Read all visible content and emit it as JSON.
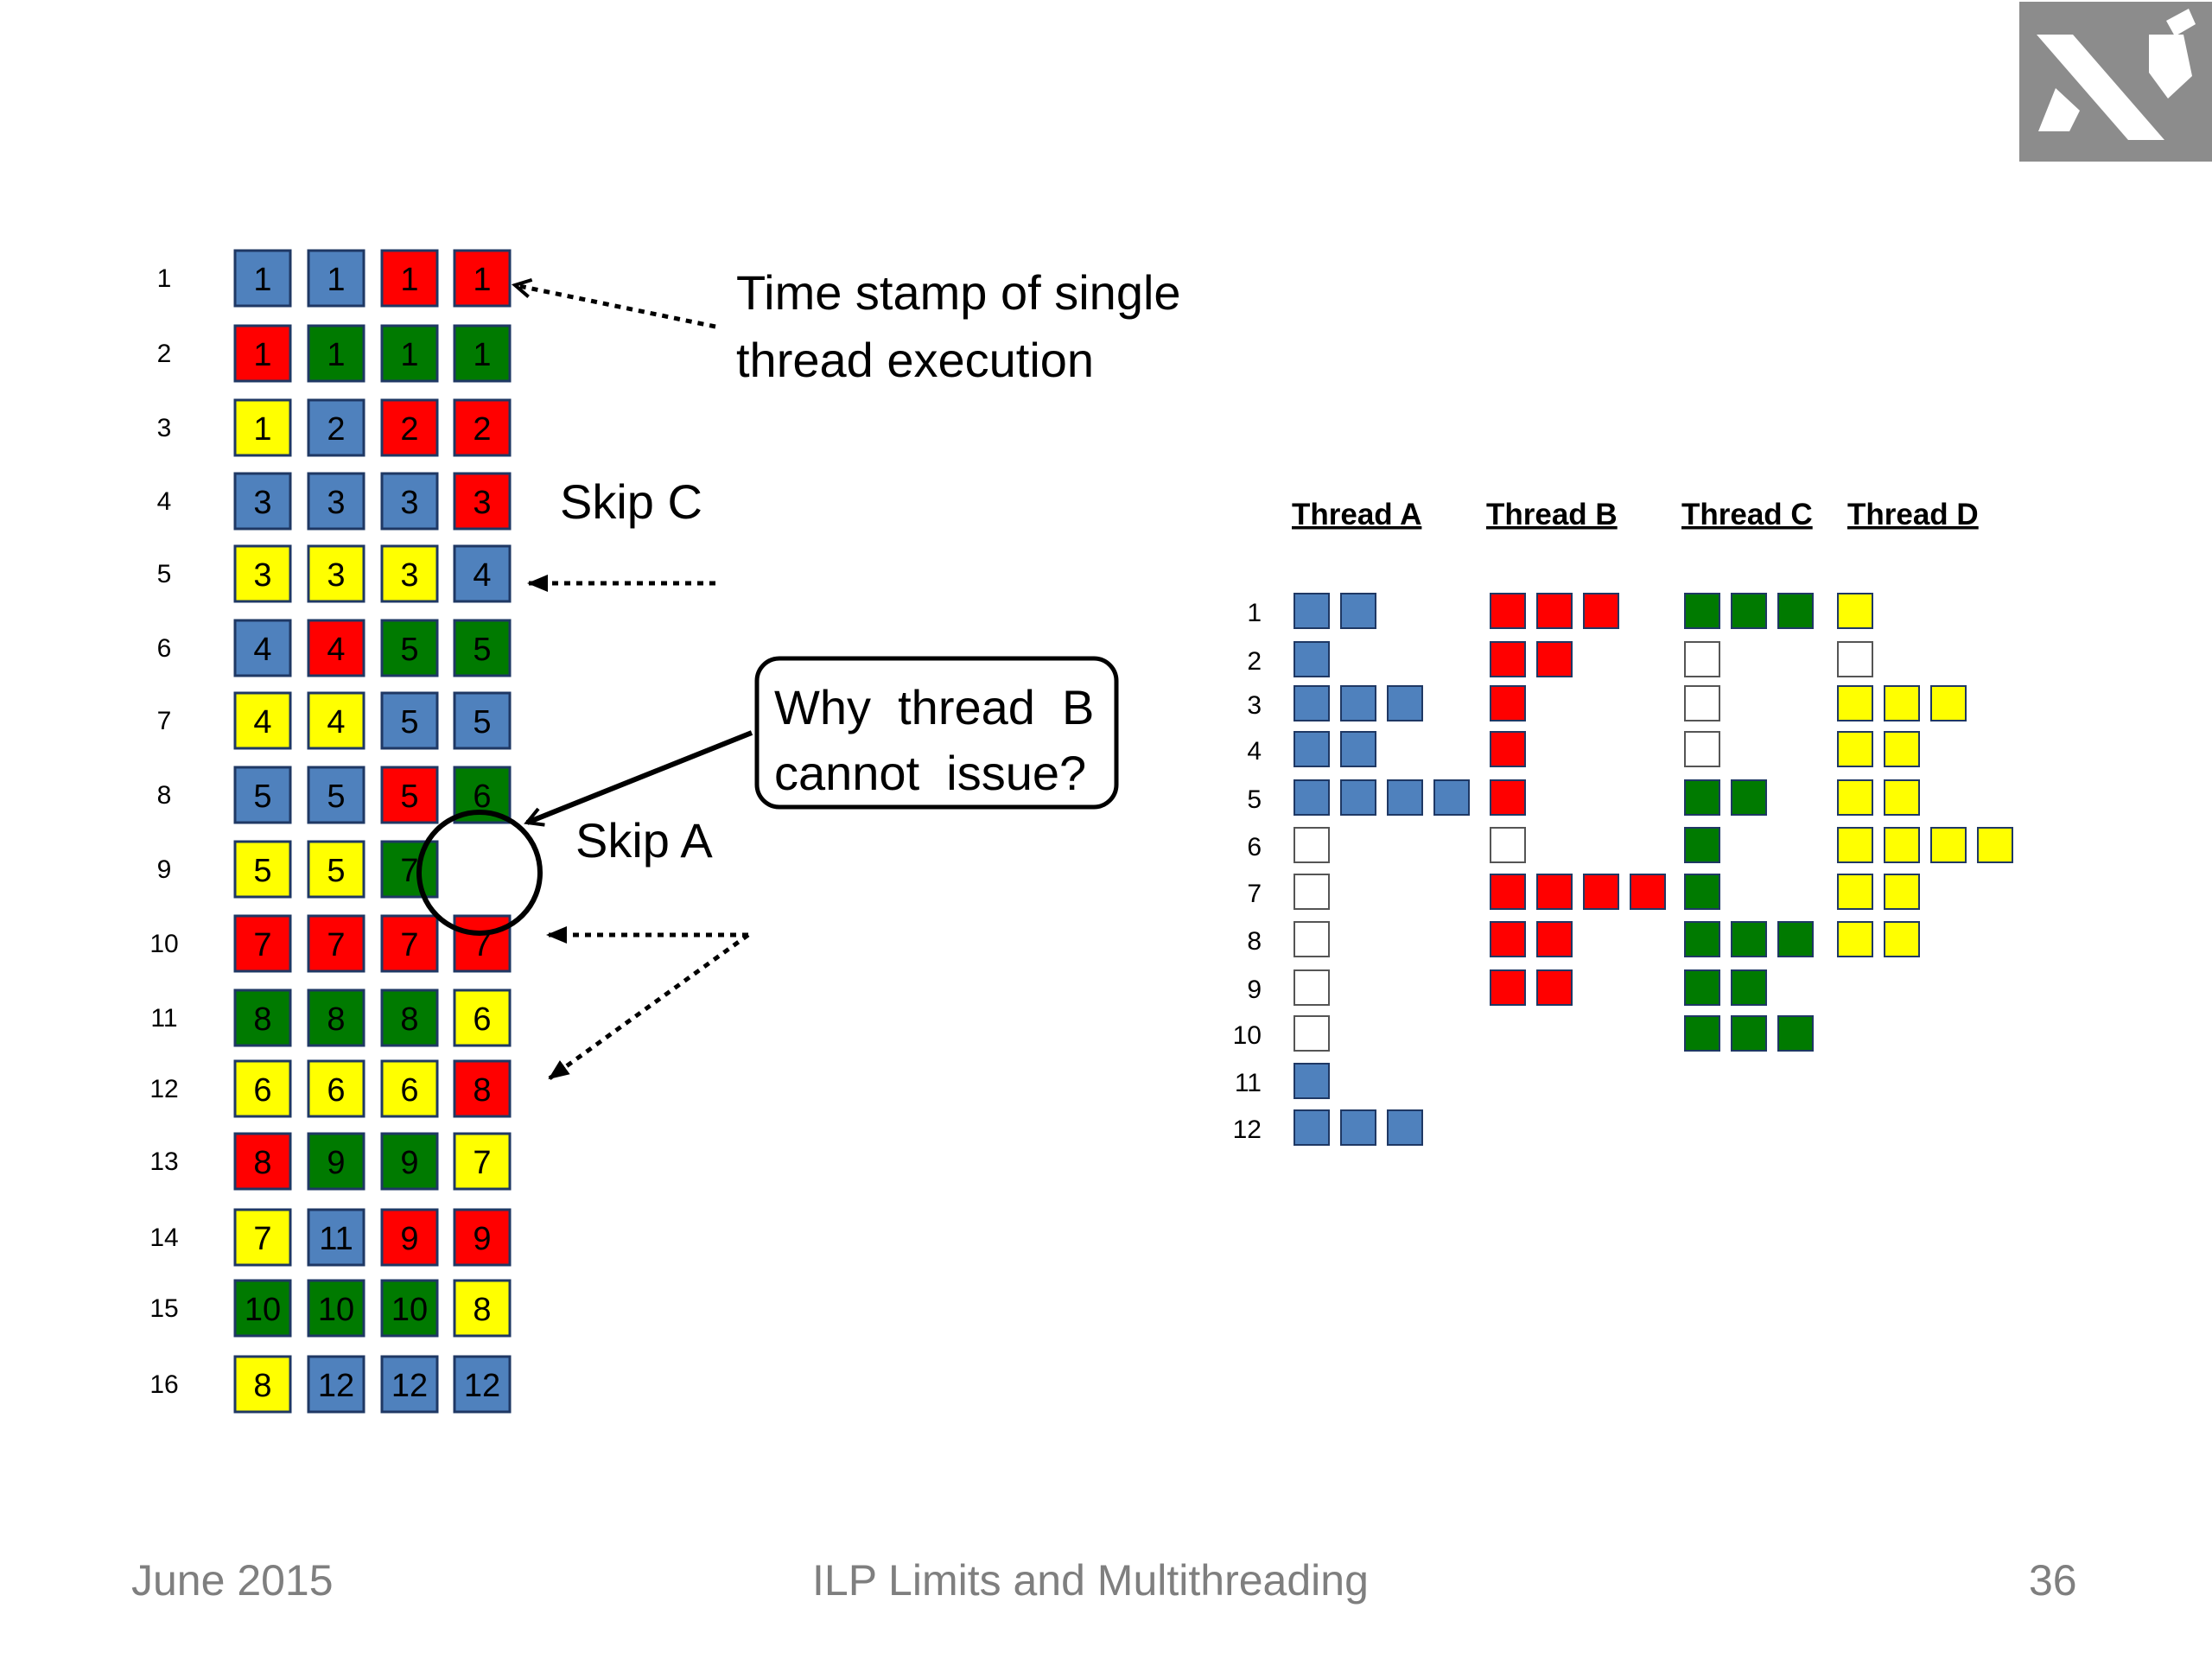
{
  "colors": {
    "B": "#4f81bd",
    "R": "#ff0000",
    "G": "#007a00",
    "Y": "#ffff00",
    "W": "#ffffff",
    "border": "#1f3864",
    "text": "#000000",
    "footer": "#7f7f7f"
  },
  "schedule": {
    "row_numbers": [
      "1",
      "2",
      "3",
      "4",
      "5",
      "6",
      "7",
      "8",
      "9",
      "10",
      "11",
      "12",
      "13",
      "14",
      "15",
      "16"
    ],
    "rows": [
      [
        [
          "B",
          "1"
        ],
        [
          "B",
          "1"
        ],
        [
          "R",
          "1"
        ],
        [
          "R",
          "1"
        ]
      ],
      [
        [
          "R",
          "1"
        ],
        [
          "G",
          "1"
        ],
        [
          "G",
          "1"
        ],
        [
          "G",
          "1"
        ]
      ],
      [
        [
          "Y",
          "1"
        ],
        [
          "B",
          "2"
        ],
        [
          "R",
          "2"
        ],
        [
          "R",
          "2"
        ]
      ],
      [
        [
          "B",
          "3"
        ],
        [
          "B",
          "3"
        ],
        [
          "B",
          "3"
        ],
        [
          "R",
          "3"
        ]
      ],
      [
        [
          "Y",
          "3"
        ],
        [
          "Y",
          "3"
        ],
        [
          "Y",
          "3"
        ],
        [
          "B",
          "4"
        ]
      ],
      [
        [
          "B",
          "4"
        ],
        [
          "R",
          "4"
        ],
        [
          "G",
          "5"
        ],
        [
          "G",
          "5"
        ]
      ],
      [
        [
          "Y",
          "4"
        ],
        [
          "Y",
          "4"
        ],
        [
          "B",
          "5"
        ],
        [
          "B",
          "5"
        ]
      ],
      [
        [
          "B",
          "5"
        ],
        [
          "B",
          "5"
        ],
        [
          "R",
          "5"
        ],
        [
          "G",
          "6"
        ]
      ],
      [
        [
          "Y",
          "5"
        ],
        [
          "Y",
          "5"
        ],
        [
          "G",
          "7"
        ],
        null
      ],
      [
        [
          "R",
          "7"
        ],
        [
          "R",
          "7"
        ],
        [
          "R",
          "7"
        ],
        [
          "R",
          "7"
        ]
      ],
      [
        [
          "G",
          "8"
        ],
        [
          "G",
          "8"
        ],
        [
          "G",
          "8"
        ],
        [
          "Y",
          "6"
        ]
      ],
      [
        [
          "Y",
          "6"
        ],
        [
          "Y",
          "6"
        ],
        [
          "Y",
          "6"
        ],
        [
          "R",
          "8"
        ]
      ],
      [
        [
          "R",
          "8"
        ],
        [
          "G",
          "9"
        ],
        [
          "G",
          "9"
        ],
        [
          "Y",
          "7"
        ]
      ],
      [
        [
          "Y",
          "7"
        ],
        [
          "B",
          "11"
        ],
        [
          "R",
          "9"
        ],
        [
          "R",
          "9"
        ]
      ],
      [
        [
          "G",
          "10"
        ],
        [
          "G",
          "10"
        ],
        [
          "G",
          "10"
        ],
        [
          "Y",
          "8"
        ]
      ],
      [
        [
          "Y",
          "8"
        ],
        [
          "B",
          "12"
        ],
        [
          "B",
          "12"
        ],
        [
          "B",
          "12"
        ]
      ]
    ]
  },
  "annotations": {
    "timestamp_line1": "Time stamp of single",
    "timestamp_line2": "thread execution",
    "skip_c": "Skip C",
    "skip_a": "Skip A",
    "question_line1": "Why  thread  B",
    "question_line2": "cannot  issue?"
  },
  "threads": {
    "headers": [
      "Thread A",
      "Thread B",
      "Thread C",
      "Thread D"
    ],
    "row_numbers": [
      "1",
      "2",
      "3",
      "4",
      "5",
      "6",
      "7",
      "8",
      "9",
      "10",
      "11",
      "12"
    ],
    "rows": [
      [
        "BB",
        "RRR",
        "GGG",
        "Y"
      ],
      [
        "B",
        "RR",
        "W",
        "W"
      ],
      [
        "BBB",
        "R",
        "W",
        "YYY"
      ],
      [
        "BB",
        "R",
        "W",
        "YY"
      ],
      [
        "BBBB",
        "R",
        "GG",
        "YY"
      ],
      [
        "W",
        "W",
        "G",
        "YYYY"
      ],
      [
        "W",
        "RRRR",
        "G",
        "YY"
      ],
      [
        "W",
        "RR",
        "GGG",
        "YY"
      ],
      [
        "W",
        "RR",
        "GG",
        ""
      ],
      [
        "W",
        "",
        "GGG",
        ""
      ],
      [
        "B",
        "",
        "",
        ""
      ],
      [
        "BBB",
        "",
        "",
        ""
      ]
    ]
  },
  "footer": {
    "date": "June 2015",
    "title": "ILP Limits and Multithreading",
    "page": "36"
  }
}
